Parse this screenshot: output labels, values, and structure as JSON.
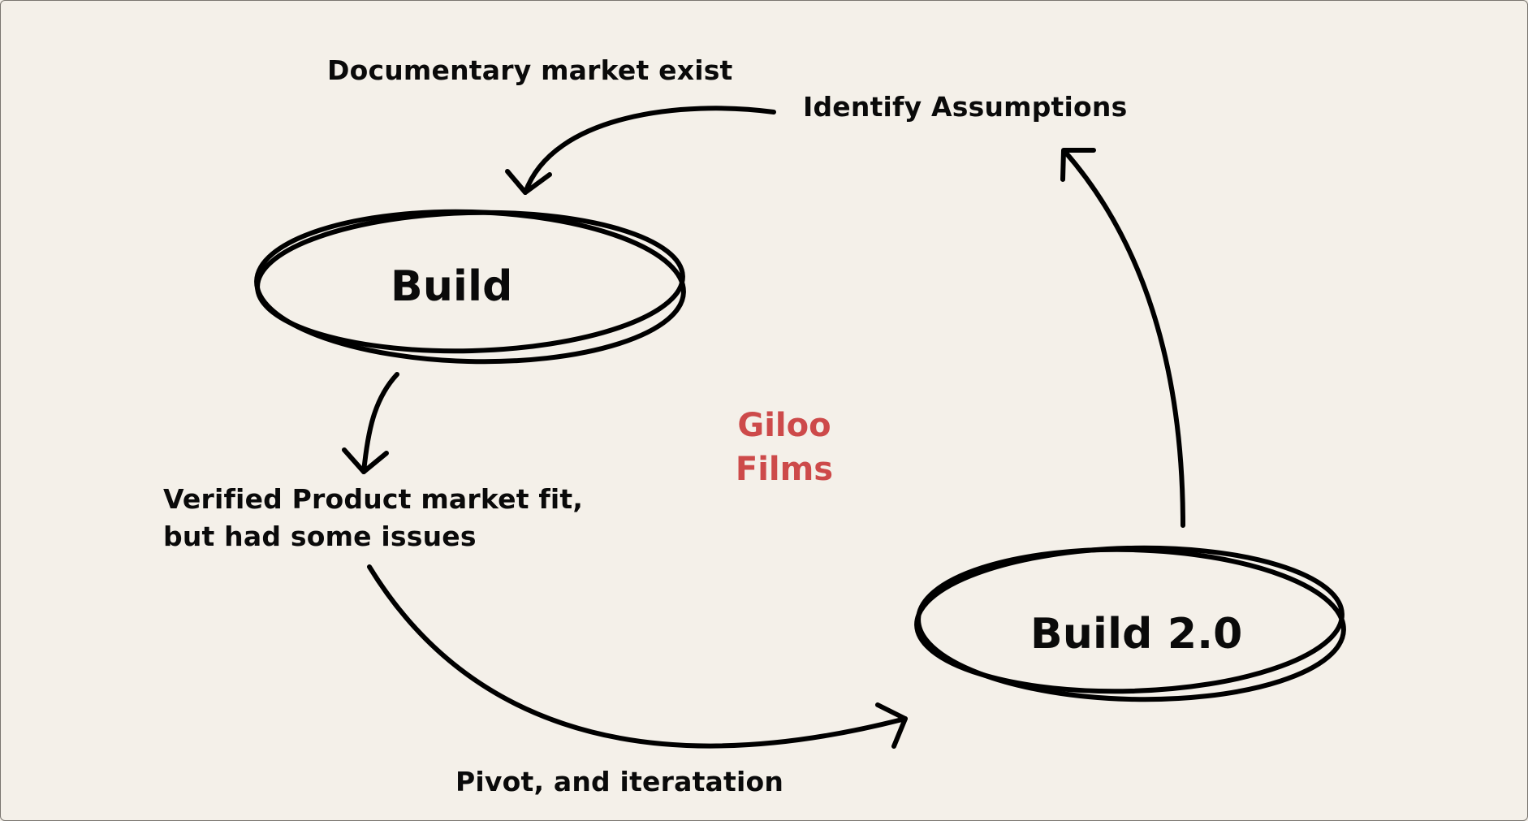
{
  "diagram": {
    "title": "Giloo Films",
    "brand_lines": [
      "Giloo",
      "Films"
    ],
    "brand_color": "#cd4a4a",
    "background_color": "#f4f0e9",
    "nodes": [
      {
        "id": "build",
        "label": "Build",
        "shape": "ellipse"
      },
      {
        "id": "build2",
        "label": "Build 2.0",
        "shape": "ellipse"
      }
    ],
    "annotations": {
      "market_exist": "Documentary market exist",
      "identify_assumptions": "Identify Assumptions",
      "verified_line1": "Verified Product market fit,",
      "verified_line2": "but had some issues",
      "pivot": "Pivot, and iteratation"
    },
    "edges": [
      {
        "from": "identify_assumptions",
        "to": "build",
        "style": "curved-arrow"
      },
      {
        "from": "build",
        "to": "verified",
        "style": "curved-arrow"
      },
      {
        "from": "verified",
        "to": "build2",
        "style": "curved-arrow"
      },
      {
        "from": "build2",
        "to": "identify_assumptions",
        "style": "curved-arrow"
      }
    ]
  }
}
